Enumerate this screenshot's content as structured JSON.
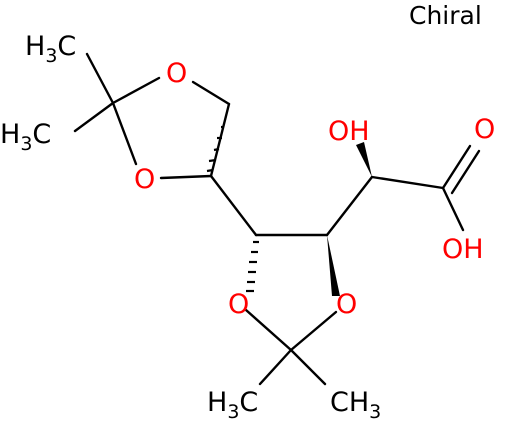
{
  "chiral_label": "Chiral",
  "atoms": {
    "methyl_top_upper": {
      "main": "H",
      "sub": "3",
      "tail": "C"
    },
    "methyl_top_lower": {
      "main": "H",
      "sub": "3",
      "tail": "C"
    },
    "methyl_bottom_left": {
      "main": "H",
      "sub": "3",
      "tail": "C"
    },
    "methyl_bottom_right": {
      "main": "CH",
      "sub": "3"
    },
    "oxygen_top_ring_upper": "O",
    "oxygen_top_ring_lower": "O",
    "oxygen_bottom_ring_left": "O",
    "oxygen_bottom_ring_right": "O",
    "hydroxyl": "OH",
    "carbonyl_oxygen": "O",
    "acid_hydroxyl": "OH"
  },
  "colors": {
    "carbon_bonds": "#000000",
    "oxygen": "#ff0000",
    "background": "#ffffff"
  }
}
